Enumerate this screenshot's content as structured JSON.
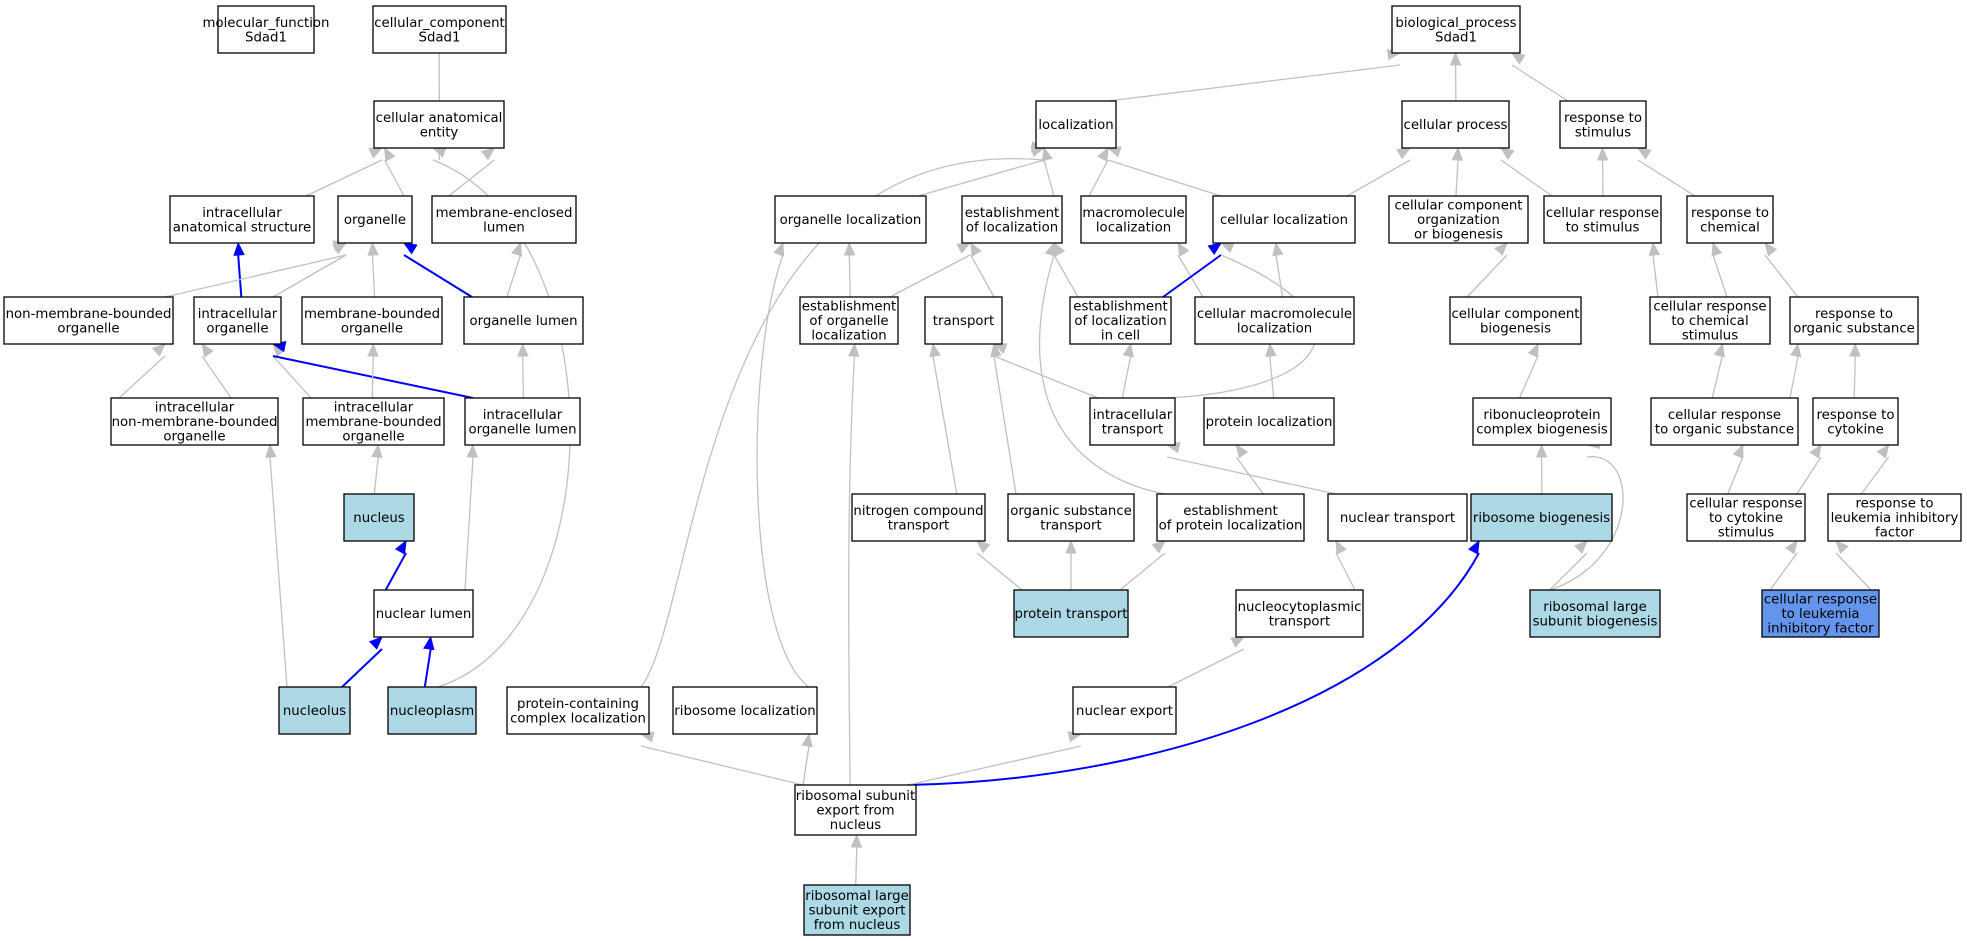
{
  "colors": {
    "node_default": "#ffffff",
    "node_annotated": "#add8e6",
    "node_query": "#6495ed",
    "edge_default": "#c0c0c0",
    "edge_highlight": "#0000ff"
  },
  "nodes": {
    "mf": [
      "molecular_function",
      "Sdad1"
    ],
    "cc": [
      "cellular_component",
      "Sdad1"
    ],
    "bp": [
      "biological_process",
      "Sdad1"
    ],
    "cae": [
      "cellular anatomical",
      "entity"
    ],
    "loc": [
      "localization"
    ],
    "cp": [
      "cellular process"
    ],
    "rts": [
      "response to",
      "stimulus"
    ],
    "ias": [
      "intracellular",
      "anatomical structure"
    ],
    "org": [
      "organelle"
    ],
    "mel": [
      "membrane-enclosed",
      "lumen"
    ],
    "orgloc": [
      "organelle localization"
    ],
    "eol": [
      "establishment",
      "of localization"
    ],
    "mml": [
      "macromolecule",
      "localization"
    ],
    "cl": [
      "cellular localization"
    ],
    "ccob": [
      "cellular component",
      "organization",
      "or biogenesis"
    ],
    "crs": [
      "cellular response",
      "to stimulus"
    ],
    "rtc": [
      "response to",
      "chemical"
    ],
    "nmbo": [
      "non-membrane-bounded",
      "organelle"
    ],
    "io": [
      "intracellular",
      "organelle"
    ],
    "mbo": [
      "membrane-bounded",
      "organelle"
    ],
    "ol": [
      "organelle lumen"
    ],
    "eorgl": [
      "establishment",
      "of organelle",
      "localization"
    ],
    "trans": [
      "transport"
    ],
    "elc": [
      "establishment",
      "of localization",
      "in cell"
    ],
    "cmml": [
      "cellular macromolecule",
      "localization"
    ],
    "ccb": [
      "cellular component",
      "biogenesis"
    ],
    "crcs": [
      "cellular response",
      "to chemical",
      "stimulus"
    ],
    "rtos": [
      "response to",
      "organic substance"
    ],
    "inmbo": [
      "intracellular",
      "non-membrane-bounded",
      "organelle"
    ],
    "imbo": [
      "intracellular",
      "membrane-bounded",
      "organelle"
    ],
    "iol": [
      "intracellular",
      "organelle lumen"
    ],
    "it": [
      "intracellular",
      "transport"
    ],
    "pl": [
      "protein localization"
    ],
    "rpcb": [
      "ribonucleoprotein",
      "complex biogenesis"
    ],
    "cros": [
      "cellular response",
      "to organic substance"
    ],
    "rtcy": [
      "response to",
      "cytokine"
    ],
    "nuc": [
      "nucleus"
    ],
    "nct": [
      "nitrogen compound",
      "transport"
    ],
    "ost": [
      "organic substance",
      "transport"
    ],
    "epl": [
      "establishment",
      "of protein localization"
    ],
    "nt": [
      "nuclear transport"
    ],
    "rb": [
      "ribosome biogenesis"
    ],
    "crcys": [
      "cellular response",
      "to cytokine",
      "stimulus"
    ],
    "rtlif": [
      "response to",
      "leukemia inhibitory",
      "factor"
    ],
    "nl": [
      "nuclear lumen"
    ],
    "pt": [
      "protein transport"
    ],
    "ncyt": [
      "nucleocytoplasmic",
      "transport"
    ],
    "rlsb": [
      "ribosomal large",
      "subunit biogenesis"
    ],
    "crlif": [
      "cellular response",
      "to leukemia",
      "inhibitory factor"
    ],
    "nclo": [
      "nucleolus"
    ],
    "ncpl": [
      "nucleoplasm"
    ],
    "pccl": [
      "protein-containing",
      "complex localization"
    ],
    "rl": [
      "ribosome localization"
    ],
    "ne": [
      "nuclear export"
    ],
    "rsen": [
      "ribosomal subunit",
      "export from",
      "nucleus"
    ],
    "rlsen": [
      "ribosomal large",
      "subunit export",
      "from nucleus"
    ]
  },
  "node_fill": {
    "nuc": "annotated",
    "nclo": "annotated",
    "ncpl": "annotated",
    "pt": "annotated",
    "rb": "annotated",
    "rlsb": "annotated",
    "rlsen": "annotated",
    "crlif": "query"
  },
  "edges": [
    [
      "cae",
      "cc",
      "is_a"
    ],
    [
      "cae",
      "ias",
      "is_a"
    ],
    [
      "cae",
      "org",
      "is_a"
    ],
    [
      "cae",
      "mel",
      "is_a"
    ],
    [
      "cae",
      "ncpl",
      "is_a"
    ],
    [
      "ias",
      "io",
      "part_of"
    ],
    [
      "org",
      "nmbo",
      "is_a"
    ],
    [
      "org",
      "io",
      "is_a"
    ],
    [
      "org",
      "mbo",
      "is_a"
    ],
    [
      "org",
      "ol",
      "part_of"
    ],
    [
      "mel",
      "ol",
      "is_a"
    ],
    [
      "nmbo",
      "inmbo",
      "is_a"
    ],
    [
      "io",
      "inmbo",
      "is_a"
    ],
    [
      "io",
      "imbo",
      "is_a"
    ],
    [
      "io",
      "iol",
      "part_of"
    ],
    [
      "mbo",
      "imbo",
      "is_a"
    ],
    [
      "ol",
      "iol",
      "is_a"
    ],
    [
      "inmbo",
      "nclo",
      "is_a"
    ],
    [
      "imbo",
      "nuc",
      "is_a"
    ],
    [
      "iol",
      "nl",
      "is_a"
    ],
    [
      "nuc",
      "nl",
      "part_of"
    ],
    [
      "nl",
      "nclo",
      "part_of"
    ],
    [
      "nl",
      "ncpl",
      "part_of"
    ],
    [
      "bp",
      "loc",
      "is_a"
    ],
    [
      "bp",
      "cp",
      "is_a"
    ],
    [
      "bp",
      "rts",
      "is_a"
    ],
    [
      "loc",
      "orgloc",
      "is_a"
    ],
    [
      "loc",
      "eol",
      "is_a"
    ],
    [
      "loc",
      "mml",
      "is_a"
    ],
    [
      "loc",
      "cl",
      "is_a"
    ],
    [
      "loc",
      "pccl",
      "is_a"
    ],
    [
      "cp",
      "cl",
      "is_a"
    ],
    [
      "cp",
      "ccob",
      "is_a"
    ],
    [
      "cp",
      "crs",
      "is_a"
    ],
    [
      "rts",
      "crs",
      "is_a"
    ],
    [
      "rts",
      "rtc",
      "is_a"
    ],
    [
      "orgloc",
      "eorgl",
      "is_a"
    ],
    [
      "orgloc",
      "rl",
      "is_a"
    ],
    [
      "eol",
      "eorgl",
      "is_a"
    ],
    [
      "eol",
      "trans",
      "is_a"
    ],
    [
      "eol",
      "elc",
      "is_a"
    ],
    [
      "eol",
      "epl",
      "is_a"
    ],
    [
      "mml",
      "cmml",
      "is_a"
    ],
    [
      "cl",
      "elc",
      "part_of"
    ],
    [
      "cl",
      "cmml",
      "is_a"
    ],
    [
      "cl",
      "it",
      "is_a"
    ],
    [
      "ccob",
      "ccb",
      "is_a"
    ],
    [
      "crs",
      "crcs",
      "is_a"
    ],
    [
      "rtc",
      "crcs",
      "is_a"
    ],
    [
      "rtc",
      "rtos",
      "is_a"
    ],
    [
      "trans",
      "it",
      "is_a"
    ],
    [
      "trans",
      "nct",
      "is_a"
    ],
    [
      "trans",
      "ost",
      "is_a"
    ],
    [
      "elc",
      "it",
      "is_a"
    ],
    [
      "cmml",
      "pl",
      "is_a"
    ],
    [
      "ccb",
      "rpcb",
      "is_a"
    ],
    [
      "crcs",
      "cros",
      "is_a"
    ],
    [
      "rtos",
      "cros",
      "is_a"
    ],
    [
      "rtos",
      "rtcy",
      "is_a"
    ],
    [
      "it",
      "nt",
      "is_a"
    ],
    [
      "pl",
      "epl",
      "is_a"
    ],
    [
      "rpcb",
      "rb",
      "is_a"
    ],
    [
      "rpcb",
      "rlsb",
      "is_a"
    ],
    [
      "cros",
      "crcys",
      "is_a"
    ],
    [
      "rtcy",
      "crcys",
      "is_a"
    ],
    [
      "rtcy",
      "rtlif",
      "is_a"
    ],
    [
      "nct",
      "pt",
      "is_a"
    ],
    [
      "ost",
      "pt",
      "is_a"
    ],
    [
      "epl",
      "pt",
      "is_a"
    ],
    [
      "nt",
      "ncyt",
      "is_a"
    ],
    [
      "rb",
      "rlsb",
      "is_a"
    ],
    [
      "rb",
      "rsen",
      "part_of"
    ],
    [
      "crcys",
      "crlif",
      "is_a"
    ],
    [
      "rtlif",
      "crlif",
      "is_a"
    ],
    [
      "ncyt",
      "ne",
      "is_a"
    ],
    [
      "eorgl",
      "rsen",
      "is_a"
    ],
    [
      "pccl",
      "rsen",
      "is_a"
    ],
    [
      "rl",
      "rsen",
      "is_a"
    ],
    [
      "ne",
      "rsen",
      "is_a"
    ],
    [
      "rsen",
      "rlsen",
      "is_a"
    ]
  ]
}
